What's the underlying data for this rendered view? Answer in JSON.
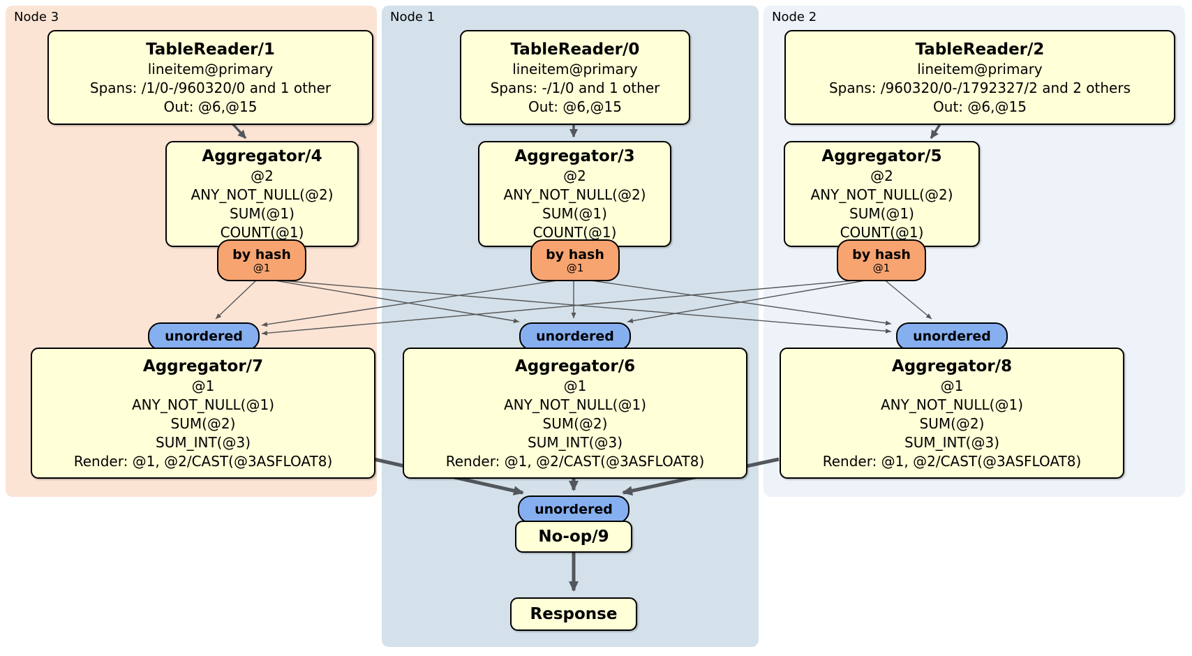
{
  "node_regions": {
    "node3": {
      "label": "Node 3",
      "bg": "#fce4d5"
    },
    "node1": {
      "label": "Node 1",
      "bg": "#d4e1ea"
    },
    "node2": {
      "label": "Node 2",
      "bg": "#eef3fa"
    }
  },
  "colors": {
    "processor_fill": "#ffffd8",
    "processor_border": "#000000",
    "router_fill": "#f7a471",
    "sync_fill": "#86aff0",
    "edge": "#555555",
    "thick_edge": "#53575c"
  },
  "processors": {
    "tr1": {
      "title": "TableReader/1",
      "index": "lineitem@primary",
      "spans": "Spans: /1/0-/960320/0 and 1 other",
      "out": "Out: @6,@15"
    },
    "tr0": {
      "title": "TableReader/0",
      "index": "lineitem@primary",
      "spans": "Spans: -/1/0 and 1 other",
      "out": "Out: @6,@15"
    },
    "tr2": {
      "title": "TableReader/2",
      "index": "lineitem@primary",
      "spans": "Spans: /960320/0-/1792327/2 and 2 others",
      "out": "Out: @6,@15"
    },
    "agg4": {
      "title": "Aggregator/4",
      "group": "@2",
      "f1": "ANY_NOT_NULL(@2)",
      "f2": "SUM(@1)",
      "f3": "COUNT(@1)"
    },
    "agg3": {
      "title": "Aggregator/3",
      "group": "@2",
      "f1": "ANY_NOT_NULL(@2)",
      "f2": "SUM(@1)",
      "f3": "COUNT(@1)"
    },
    "agg5": {
      "title": "Aggregator/5",
      "group": "@2",
      "f1": "ANY_NOT_NULL(@2)",
      "f2": "SUM(@1)",
      "f3": "COUNT(@1)"
    },
    "agg7": {
      "title": "Aggregator/7",
      "group": "@1",
      "f1": "ANY_NOT_NULL(@1)",
      "f2": "SUM(@2)",
      "f3": "SUM_INT(@3)",
      "render": "Render: @1, @2/CAST(@3ASFLOAT8)"
    },
    "agg6": {
      "title": "Aggregator/6",
      "group": "@1",
      "f1": "ANY_NOT_NULL(@1)",
      "f2": "SUM(@2)",
      "f3": "SUM_INT(@3)",
      "render": "Render: @1, @2/CAST(@3ASFLOAT8)"
    },
    "agg8": {
      "title": "Aggregator/8",
      "group": "@1",
      "f1": "ANY_NOT_NULL(@1)",
      "f2": "SUM(@2)",
      "f3": "SUM_INT(@3)",
      "render": "Render: @1, @2/CAST(@3ASFLOAT8)"
    },
    "noop": {
      "title": "No-op/9"
    },
    "response": {
      "title": "Response"
    }
  },
  "routers": {
    "r4": {
      "label": "by hash",
      "detail": "@1"
    },
    "r3": {
      "label": "by hash",
      "detail": "@1"
    },
    "r5": {
      "label": "by hash",
      "detail": "@1"
    }
  },
  "syncs": {
    "s7": {
      "label": "unordered"
    },
    "s6": {
      "label": "unordered"
    },
    "s8": {
      "label": "unordered"
    },
    "s9": {
      "label": "unordered"
    }
  }
}
